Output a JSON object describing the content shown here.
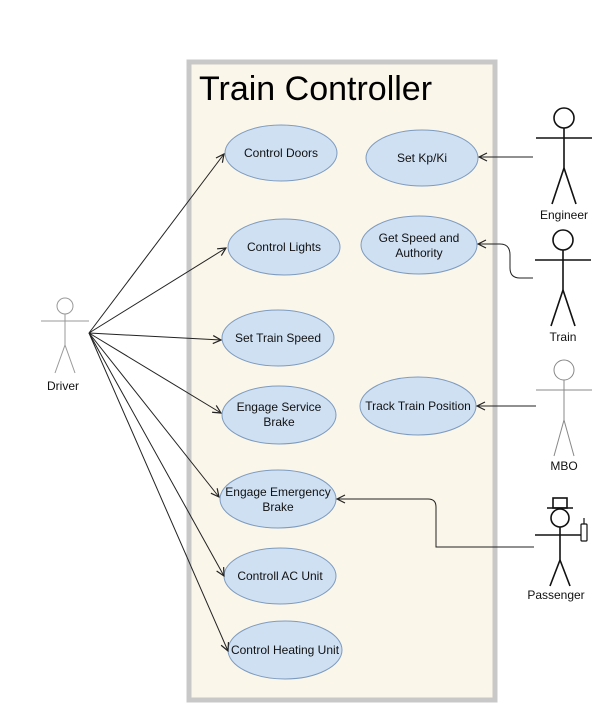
{
  "system": {
    "title": "Train Controller"
  },
  "use_cases": {
    "control_doors": [
      "Control Doors"
    ],
    "control_lights": [
      "Control Lights"
    ],
    "set_train_speed": [
      "Set Train Speed"
    ],
    "engage_service_brake": [
      "Engage Service",
      "Brake"
    ],
    "engage_emergency_brake": [
      "Engage Emergency",
      "Brake"
    ],
    "control_ac": [
      "Controll AC Unit"
    ],
    "control_heating": [
      "Control Heating Unit"
    ],
    "set_kp_ki": [
      "Set Kp/Ki"
    ],
    "get_speed_authority": [
      "Get Speed and",
      "Authority"
    ],
    "track_position": [
      "Track Train Position"
    ]
  },
  "actors": {
    "driver": "Driver",
    "engineer": "Engineer",
    "train": "Train",
    "mbo": "MBO",
    "passenger": "Passenger"
  },
  "colors": {
    "system_fill": "#fbf6ea",
    "system_border": "#c8c8c8",
    "usecase_fill": "#cfe0f3",
    "usecase_stroke": "#7d9bbf",
    "line": "#222222"
  }
}
